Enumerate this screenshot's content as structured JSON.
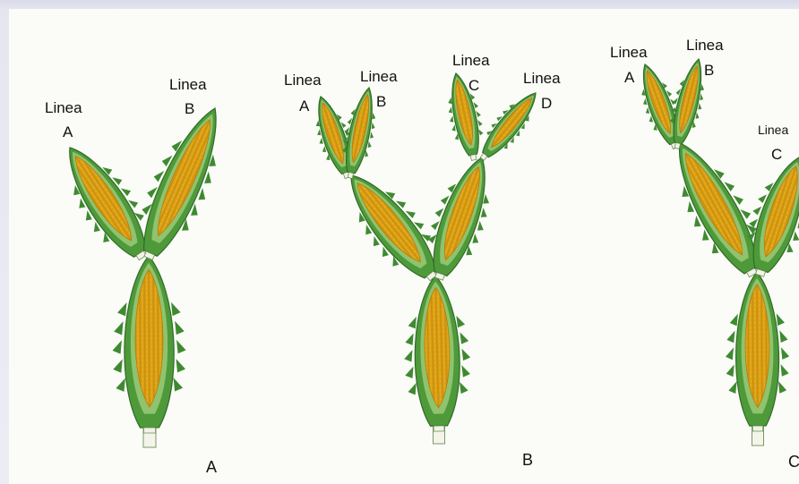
{
  "diagram": {
    "panels": [
      {
        "letter": "A",
        "labels": [
          {
            "word": "Linea",
            "letter": "A"
          },
          {
            "word": "Linea",
            "letter": "B"
          }
        ]
      },
      {
        "letter": "B",
        "labels": [
          {
            "word": "Linea",
            "letter": "A"
          },
          {
            "word": "Linea",
            "letter": "B"
          },
          {
            "word": "Linea",
            "letter": "C"
          },
          {
            "word": "Linea",
            "letter": "D"
          }
        ]
      },
      {
        "letter": "C",
        "labels": [
          {
            "word": "Linea",
            "letter": "A"
          },
          {
            "word": "Linea",
            "letter": "B"
          },
          {
            "word": "Linea",
            "letter": "C"
          }
        ]
      }
    ]
  },
  "colors": {
    "leaf": "#4e9a3a",
    "leaf_light": "#8fc36e",
    "kernel": "#e0a816",
    "page": "#fbfbf8",
    "frame": "#e3e3ef"
  }
}
